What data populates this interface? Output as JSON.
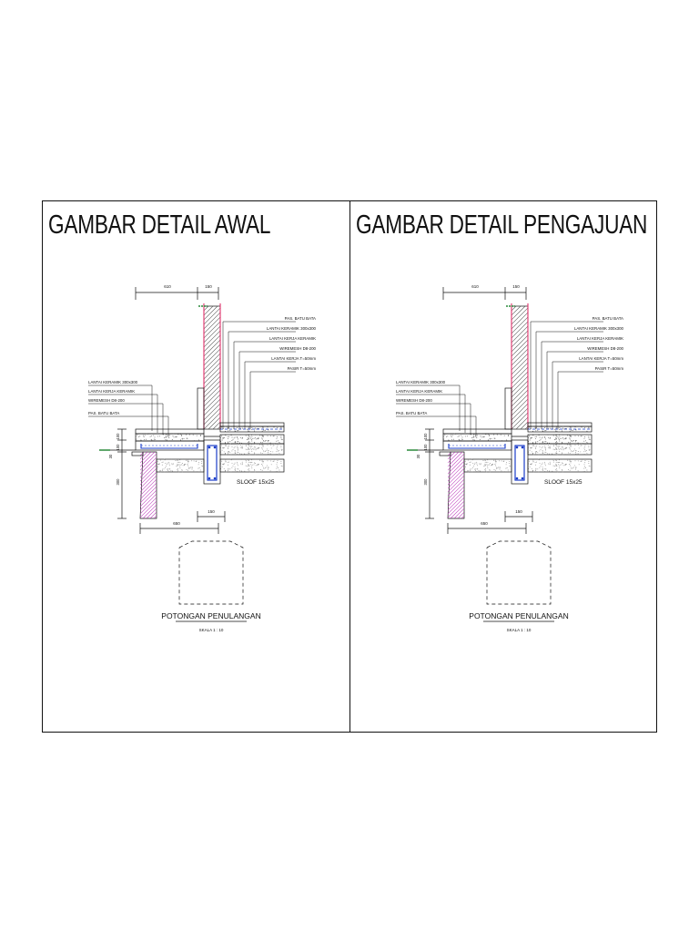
{
  "panels": [
    {
      "title": "GAMBAR DETAIL AWAL",
      "dims": {
        "d610": "610",
        "d150_top": "150",
        "d150_bottom": "150",
        "d650": "650",
        "d100a": "100",
        "d100b": "100",
        "d300": "300",
        "d30": "30"
      },
      "labels_right": [
        "PAS. BATU BATA",
        "LANTAI KERAMIK 300x300",
        "LANTAI KERJA KERAMIK",
        "WIREMESH D8-200",
        "LANTAI KERJA T=50mm",
        "PASIR T=50mm"
      ],
      "labels_left": [
        "LANTAI KERAMIK 300x300",
        "LANTAI KERJA KERAMIK",
        "WIREMESH D8-200",
        "PAS. BATU BATA"
      ],
      "sloof": "SLOOF 15x25",
      "section_title": "POTONGAN PENULANGAN",
      "scale": "SKALA 1 : 10"
    },
    {
      "title": "GAMBAR DETAIL PENGAJUAN",
      "dims": {
        "d610": "610",
        "d150_top": "150",
        "d150_bottom": "150",
        "d650": "650",
        "d100a": "100",
        "d100b": "100",
        "d300": "300",
        "d30": "30"
      },
      "labels_right": [
        "PAS. BATU BATA",
        "LANTAI KERAMIK 300x300",
        "LANTAI KERJA KERAMIK",
        "WIREMESH D8-200",
        "LANTAI KERJA T=50mm",
        "PASIR T=50mm"
      ],
      "labels_left": [
        "LANTAI KERAMIK 300x300",
        "LANTAI KERJA KERAMIK",
        "WIREMESH D8-200",
        "PAS. BATU BATA"
      ],
      "sloof": "SLOOF 15x25",
      "section_title": "POTONGAN PENULANGAN",
      "scale": "SKALA 1 : 10"
    }
  ],
  "colors": {
    "line": "#111111",
    "wall_red": "#e0306a",
    "wall_magenta": "#c040c0",
    "rebar_blue": "#1a3cc8",
    "ground_green": "#2a8a3a",
    "hatch": "#555555"
  }
}
